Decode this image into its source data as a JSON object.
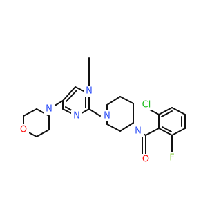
{
  "molecule": {
    "atoms": {
      "morpholine_o": {
        "label": "O",
        "color": "#ff0d0d"
      },
      "morpholine_n": {
        "label": "N",
        "color": "#2f50f8"
      },
      "pyrimidine_n3": {
        "label": "N",
        "color": "#2f50f8"
      },
      "pyrimidine_n1": {
        "label": "N",
        "color": "#2f50f8"
      },
      "piperazine_n1": {
        "label": "N",
        "color": "#2f50f8"
      },
      "piperazine_n4": {
        "label": "N",
        "color": "#2f50f8"
      },
      "carbonyl_o": {
        "label": "O",
        "color": "#ff0d0d"
      },
      "chlorine": {
        "label": "Cl",
        "color": "#1fbf1f"
      },
      "fluorine": {
        "label": "F",
        "color": "#8fd14f"
      }
    },
    "colors": {
      "bond": "#111111",
      "nitrogen": "#2f50f8",
      "oxygen": "#ff0d0d",
      "chlorine": "#1fbf1f",
      "fluorine": "#8fd14f"
    }
  }
}
